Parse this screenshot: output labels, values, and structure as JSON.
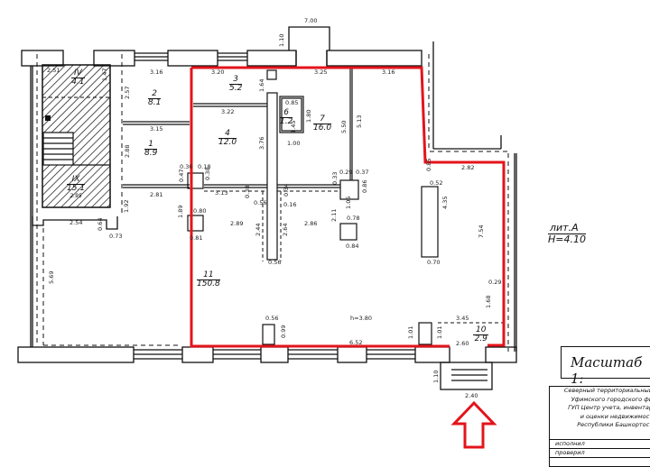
{
  "plan": {
    "highlight_color": "#e3141b",
    "line_color": "#111111",
    "building_label": "лит.А",
    "building_height": "H=4.10",
    "room_height_label": "h=3.80",
    "scale_label": "Масштаб 1:",
    "entrance_arrow": "entrance-arrow"
  },
  "rooms": [
    {
      "num": "1",
      "area": "8.9"
    },
    {
      "num": "2",
      "area": "8.1"
    },
    {
      "num": "3",
      "area": "5.2"
    },
    {
      "num": "4",
      "area": "12.0"
    },
    {
      "num": "6",
      "area": "1.2"
    },
    {
      "num": "7",
      "area": "16.0"
    },
    {
      "num": "10",
      "area": "2.9"
    },
    {
      "num": "11",
      "area": "150.8"
    },
    {
      "num": "IV",
      "area": "4.1"
    },
    {
      "num": "IX",
      "area": "15.1",
      "extra": "2.95"
    }
  ],
  "dimensions": {
    "top_7_00": "7.00",
    "d_1_10": "1.10",
    "d_3_16a": "3.16",
    "d_3_20": "3.20",
    "d_3_25": "3.25",
    "d_3_16b": "3.16",
    "d_2_51": "2.51",
    "d_1_47": "1.47",
    "d_2_57": "2.57",
    "d_3_15": "3.15",
    "d_1_64": "1.64",
    "d_3_22": "3.22",
    "d_0_85": "0.85",
    "d_1_80": "1.80",
    "d_1_45": "1.45",
    "d_1_00": "1.00",
    "d_5_50": "5.50",
    "d_5_13": "5.13",
    "d_3_76": "3.76",
    "d_2_88": "2.88",
    "d_0_30": "0.30",
    "d_0_18": "0.18",
    "d_0_47": "0.47",
    "d_0_38a": "0.38",
    "d_2_81": "2.81",
    "d_3_13": "3.13",
    "d_0_38b": "0.38",
    "d_0_56a": "0.56",
    "d_0_34": "0.34",
    "d_0_16": "0.16",
    "d_0_29a": "0.29",
    "d_0_37": "0.37",
    "d_0_33": "0.33",
    "d_0_86": "0.86",
    "d_2_11": "2.11",
    "d_1_05": "1.05",
    "d_0_78": "0.78",
    "d_0_84": "0.84",
    "d_1_92": "1.92",
    "d_1_89": "1.89",
    "d_0_80": "0.80",
    "d_0_81": "0.81",
    "d_2_54": "2.54",
    "d_0_64": "0.64",
    "d_0_73": "0.73",
    "d_2_89": "2.89",
    "d_2_44": "2.44",
    "d_2_64": "2.64",
    "d_2_86": "2.86",
    "d_0_56b": "0.56",
    "d_5_69": "5.69",
    "d_0_85b": "0.85",
    "d_2_82": "2.82",
    "d_0_52": "0.52",
    "d_4_35": "4.35",
    "d_7_54": "7.54",
    "d_0_70": "0.70",
    "d_0_29b": "0.29",
    "d_1_68": "1.68",
    "d_0_56c": "0.56",
    "d_0_99": "0.99",
    "d_6_52": "6.52",
    "d_1_01a": "1.01",
    "d_1_01b": "1.01",
    "d_3_45": "3.45",
    "d_2_60": "2.60",
    "d_1_10b": "1.10",
    "d_2_40": "2.40"
  },
  "stamp": {
    "lines": [
      "Северный территориальный",
      "Уфимского городского фи",
      "ГУП Центр учета, инвентар",
      "и оценки недвижимост",
      "Республики Башкортост"
    ],
    "executed_label": "исполнил",
    "checked_label": "проверил"
  }
}
